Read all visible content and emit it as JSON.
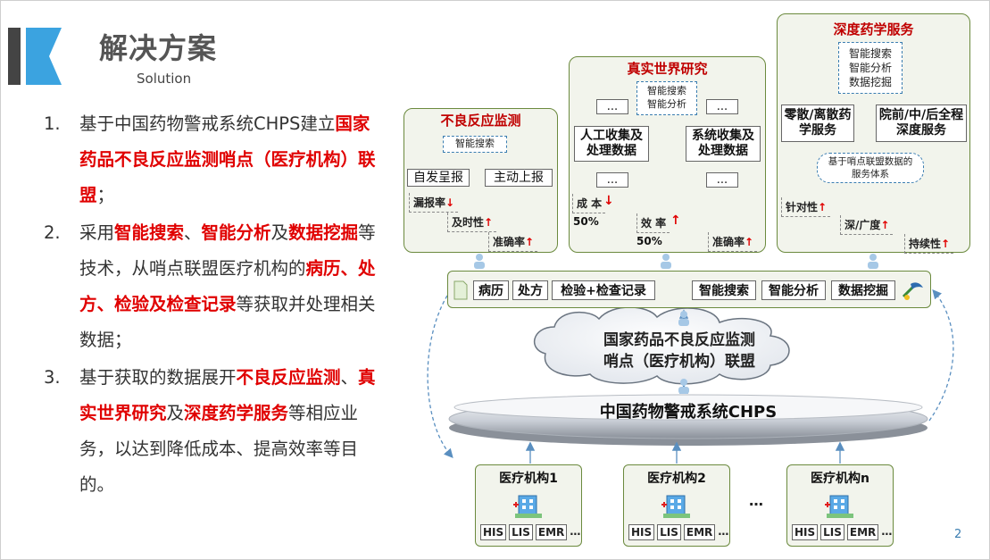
{
  "header": {
    "title": "解决方案",
    "subtitle": "Solution"
  },
  "points": [
    {
      "num": "1.",
      "parts": [
        {
          "t": "基于中国药物警戒系统CHPS建立"
        },
        {
          "t": "国家药品不良反应监测哨点（医疗机构）联盟",
          "hl": true
        },
        {
          "t": "；"
        }
      ]
    },
    {
      "num": "2.",
      "parts": [
        {
          "t": "采用"
        },
        {
          "t": "智能搜索",
          "hl": true
        },
        {
          "t": "、"
        },
        {
          "t": "智能分析",
          "hl": true
        },
        {
          "t": "及"
        },
        {
          "t": "数据挖掘",
          "hl": true
        },
        {
          "t": "等技术，从哨点联盟医疗机构的"
        },
        {
          "t": "病历、处方、检验及检查记录",
          "hl": true
        },
        {
          "t": "等获取并处理相关数据；"
        }
      ]
    },
    {
      "num": "3.",
      "parts": [
        {
          "t": "基于获取的数据展开"
        },
        {
          "t": "不良反应监测",
          "hl": true
        },
        {
          "t": "、"
        },
        {
          "t": "真实世界研究",
          "hl": true
        },
        {
          "t": "及"
        },
        {
          "t": "深度药学服务",
          "hl": true
        },
        {
          "t": "等相应业务，以达到降低成本、提高效率等目的。"
        }
      ]
    }
  ],
  "adr": {
    "title": "不良反应监测",
    "search": "智能搜索",
    "spontaneous": "自发呈报",
    "active": "主动上报",
    "metric1": "漏报率",
    "metric2": "及时性",
    "metric3": "准确率"
  },
  "rwr": {
    "title": "真实世界研究",
    "tools_line1": "智能搜索",
    "tools_line2": "智能分析",
    "dots": "...",
    "manual": "人工收集及处理数据",
    "system": "系统收集及处理数据",
    "cost": "成  本",
    "cost_pct": "50%",
    "eff": "效  率",
    "eff_pct": "50%",
    "accuracy": "准确率"
  },
  "pharm": {
    "title": "深度药学服务",
    "tools_line1": "智能搜索",
    "tools_line2": "智能分析",
    "tools_line3": "数据挖掘",
    "retail": "零散/离散药学服务",
    "full": "院前/中/后全程深度服务",
    "basis": "基于哨点联盟数据的服务体系",
    "m1": "针对性",
    "m2": "深/广度",
    "m3": "持续性"
  },
  "datarow": {
    "c1": "病历",
    "c2": "处方",
    "c3": "检验+检查记录",
    "c4": "智能搜索",
    "c5": "智能分析",
    "c6": "数据挖掘"
  },
  "cloud": {
    "line1": "国家药品不良反应监测",
    "line2": "哨点（医疗机构）联盟"
  },
  "chps": {
    "label": "中国药物警戒系统CHPS"
  },
  "institutions": [
    {
      "title": "医疗机构1"
    },
    {
      "title": "医疗机构2"
    },
    {
      "title": "医疗机构n"
    }
  ],
  "systems": {
    "his": "HIS",
    "lis": "LIS",
    "emr": "EMR",
    "more": "…"
  },
  "ellipsis": "…",
  "page_number": "2",
  "colors": {
    "highlight": "#e00000",
    "panel_border": "#6b8a3e",
    "panel_bg": "#f2f4ec",
    "accent_blue": "#3a7db0"
  }
}
